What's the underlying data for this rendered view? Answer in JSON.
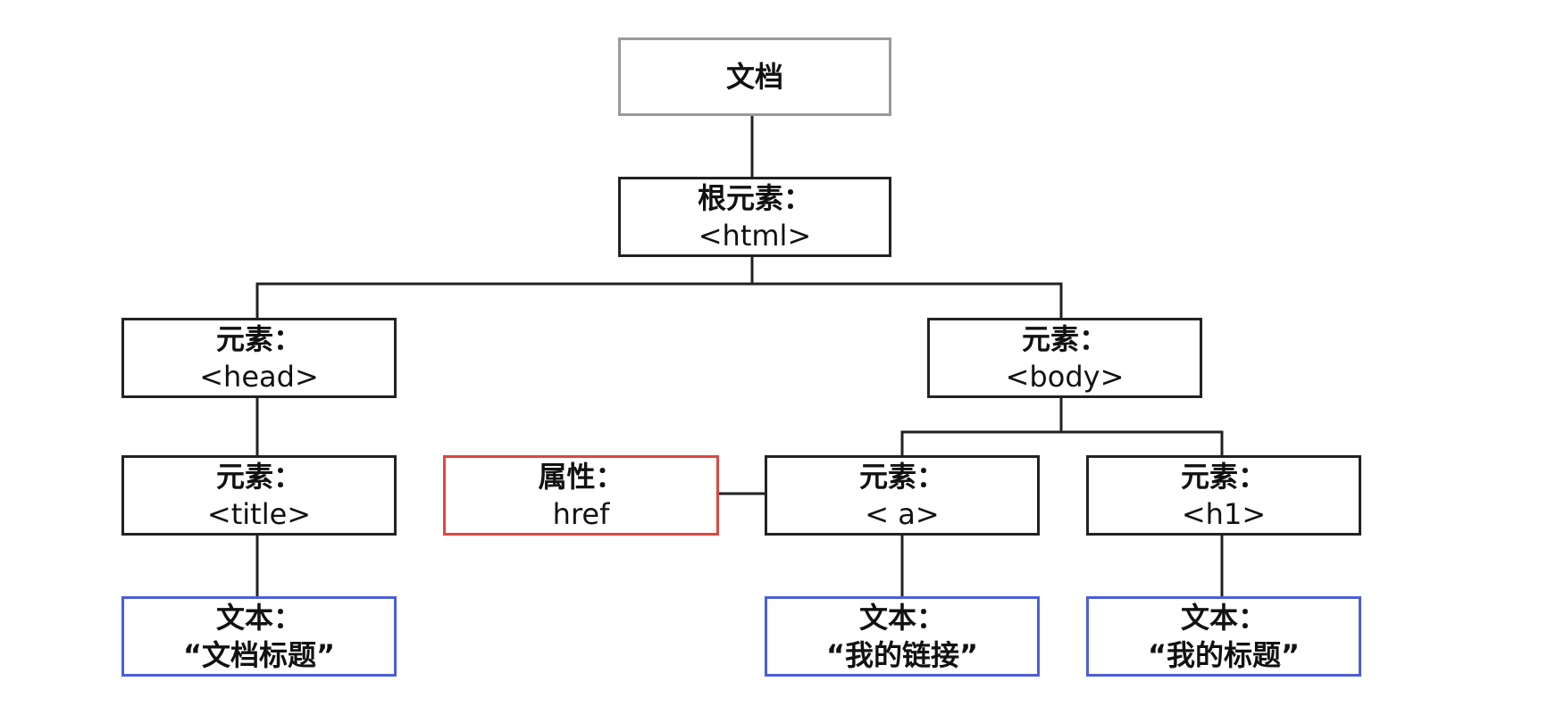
{
  "colors": {
    "line": "#222222",
    "document_border": "#9a9a9a",
    "element_border": "#222222",
    "attribute_border": "#e0453f",
    "text_border": "#4b5fd8"
  },
  "nodes": {
    "document": {
      "line1": "文档"
    },
    "root": {
      "line1": "根元素：",
      "line2": "<html>"
    },
    "head": {
      "line1": "元素：",
      "line2": "<head>"
    },
    "body": {
      "line1": "元素：",
      "line2": "<body>"
    },
    "title": {
      "line1": "元素：",
      "line2": "<title>"
    },
    "attr": {
      "line1": "属性：",
      "line2": "href"
    },
    "a": {
      "line1": "元素：",
      "line2": "< a>"
    },
    "h1": {
      "line1": "元素：",
      "line2": "<h1>"
    },
    "text_title": {
      "line1": "文本：",
      "line2": "“文档标题”"
    },
    "text_link": {
      "line1": "文本：",
      "line2": "“我的链接”"
    },
    "text_h1": {
      "line1": "文本：",
      "line2": "“我的标题”"
    }
  }
}
